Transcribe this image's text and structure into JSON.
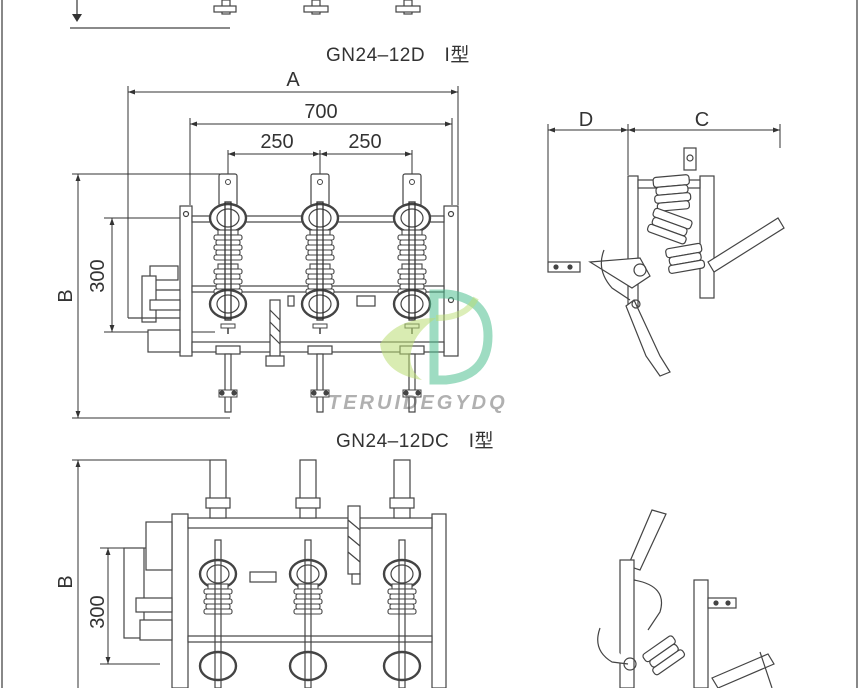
{
  "captions": {
    "top": "GN24‒12D　I型",
    "middle": "GN24‒12DC　I型"
  },
  "dimensions": {
    "a": "A",
    "overall": "700",
    "pitch_left": "250",
    "pitch_right": "250",
    "height_b": "B",
    "height_300": "300",
    "side_d": "D",
    "side_c": "C",
    "lower_b": "B",
    "lower_300": "300"
  },
  "watermark": {
    "text": "TERUIDEGYDQ",
    "colors": [
      "#b9dd72",
      "#4fbf8f"
    ]
  }
}
